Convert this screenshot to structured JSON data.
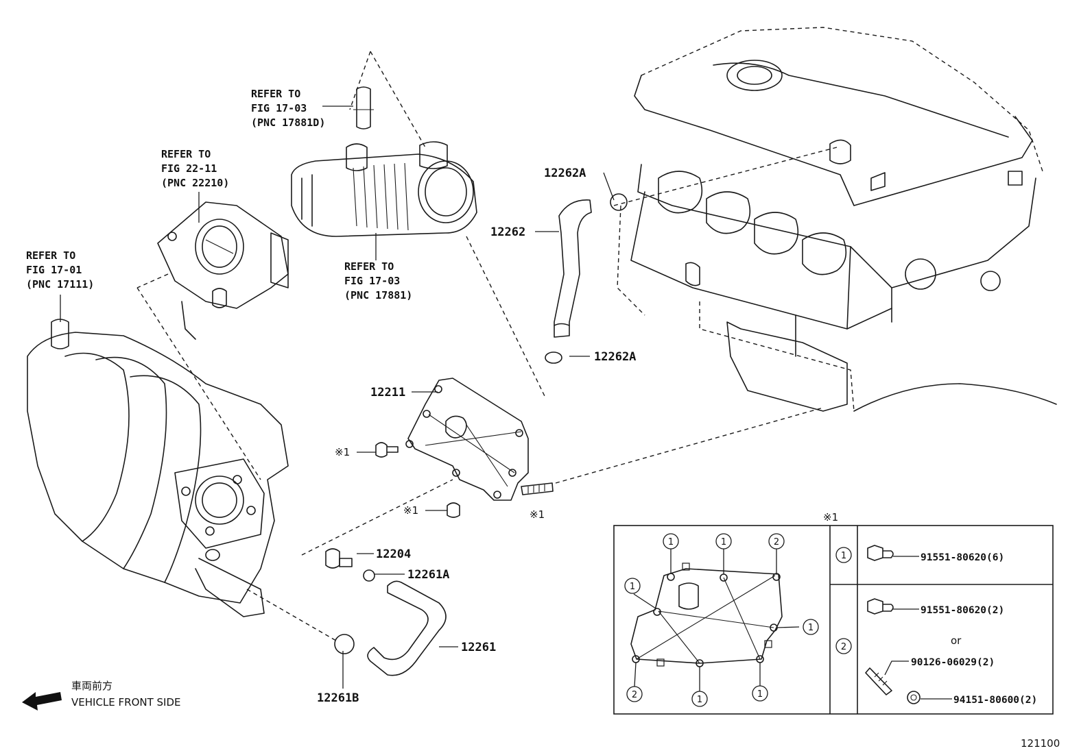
{
  "diagram": {
    "references": [
      {
        "line1": "REFER TO",
        "line2": "FIG 17-03",
        "line3": "(PNC 17881D)"
      },
      {
        "line1": "REFER TO",
        "line2": "FIG 22-11",
        "line3": "(PNC 22210)"
      },
      {
        "line1": "REFER TO",
        "line2": "FIG 17-01",
        "line3": "(PNC 17111)"
      },
      {
        "line1": "REFER TO",
        "line2": "FIG 17-03",
        "line3": "(PNC 17881)"
      }
    ],
    "part_numbers": {
      "p12262A_top": "12262A",
      "p12262": "12262",
      "p12262A_bottom": "12262A",
      "p12211": "12211",
      "p12204": "12204",
      "p12261A": "12261A",
      "p12261": "12261",
      "p12261B": "12261B"
    },
    "markers": {
      "m1": "※1",
      "m2": "※1",
      "m3": "※1",
      "table_mark": "※1"
    },
    "direction": {
      "japanese": "車両前方",
      "english": "VEHICLE FRONT SIDE"
    },
    "figure_number": "121100"
  },
  "legend_table": {
    "circle_labels": {
      "a": "1",
      "b": "1",
      "c": "2",
      "d": "1",
      "e": "1",
      "f": "2",
      "g": "1",
      "h": "1"
    },
    "rows": [
      {
        "key": "1",
        "parts": [
          "91551-80620(6)"
        ]
      },
      {
        "key": "2",
        "parts": [
          "91551-80620(2)",
          "or",
          "90126-06029(2)",
          "94151-80600(2)"
        ]
      }
    ]
  }
}
